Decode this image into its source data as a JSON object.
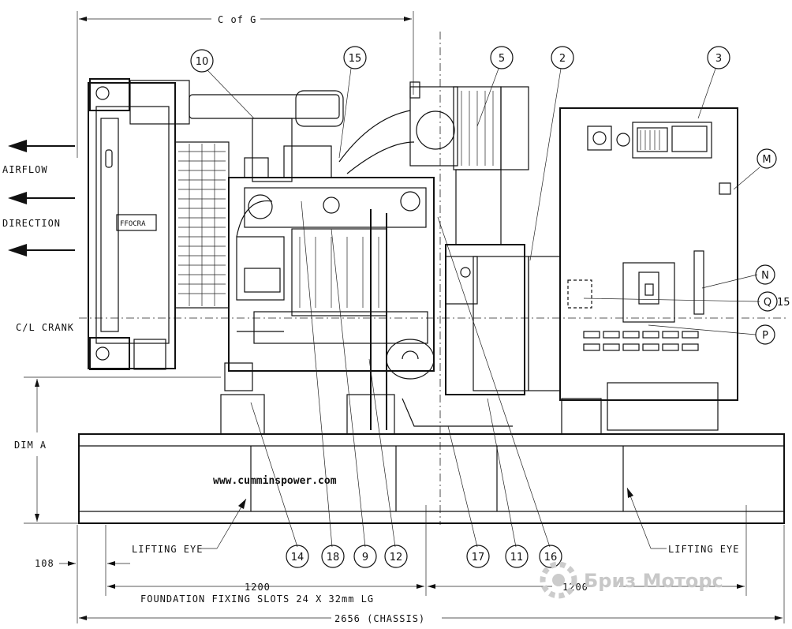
{
  "title_top": "C of G",
  "airflow": {
    "line1": "AIRFLOW",
    "line2": "DIRECTION"
  },
  "cl_crank": "C/L CRANK",
  "dim_a": "DIM A",
  "website": "www.cumminspower.com",
  "lifting_eye_left": "LIFTING EYE",
  "lifting_eye_right": "LIFTING EYE",
  "dim_108": "108",
  "dim_1200_left": "1200",
  "dim_1200_right": "1200",
  "foundation": "FOUNDATION FIXING SLOTS 24 X 32mm LG",
  "chassis": "2656 (CHASSIS)",
  "q15": "15",
  "watermark": "Бриз Моторс",
  "balloons": {
    "b10": "10",
    "b15": "15",
    "b5": "5",
    "b2": "2",
    "b3": "3",
    "bM": "M",
    "bN": "N",
    "bQ": "Q",
    "bP": "P",
    "b14": "14",
    "b18": "18",
    "b9": "9",
    "b12": "12",
    "b17": "17",
    "b11": "11",
    "b16": "16"
  }
}
